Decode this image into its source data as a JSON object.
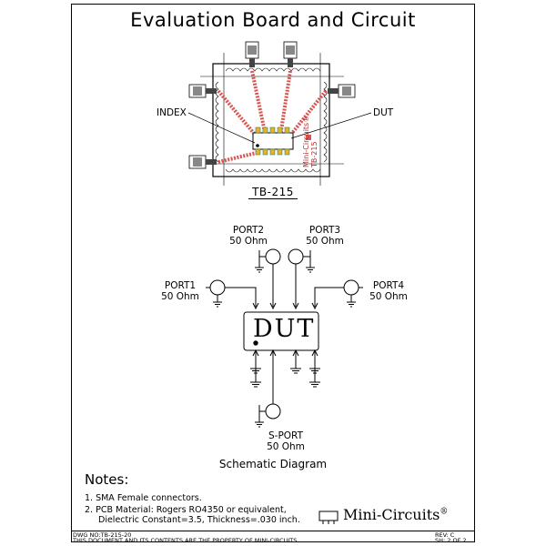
{
  "title": "Evaluation Board and Circuit",
  "board": {
    "label": "TB-215",
    "index_label": "INDEX",
    "dut_label": "DUT",
    "board_brand_line1": "Mini-Circuits®",
    "board_brand_line2": "TB-215"
  },
  "schematic": {
    "caption": "Schematic Diagram",
    "dut_text": "DUT",
    "ports": [
      {
        "name": "PORT1",
        "impedance": "50 Ohm"
      },
      {
        "name": "PORT2",
        "impedance": "50 Ohm"
      },
      {
        "name": "PORT3",
        "impedance": "50 Ohm"
      },
      {
        "name": "PORT4",
        "impedance": "50 Ohm"
      },
      {
        "name": "S-PORT",
        "impedance": "50 Ohm"
      }
    ]
  },
  "notes": {
    "heading": "Notes:",
    "items": [
      "1. SMA Female connectors.",
      "2. PCB Material: Rogers RO4350 or equivalent,",
      "Dielectric Constant=3.5, Thickness=.030 inch."
    ]
  },
  "brand": {
    "name": "Mini-Circuits",
    "mark": "®"
  },
  "title_block": {
    "dwg_no": "DWG NO:TB-215-20",
    "property_notice": "THIS DOCUMENT AND ITS CONTENTS ARE THE PROPERTY OF MINI-CIRCUITS.",
    "rev": "REV: C",
    "sheet": "SH: 2 OF 2"
  },
  "colors": {
    "trace": "#d9534f",
    "pad": "#e7b030",
    "pad_green": "#3a8a3a"
  }
}
